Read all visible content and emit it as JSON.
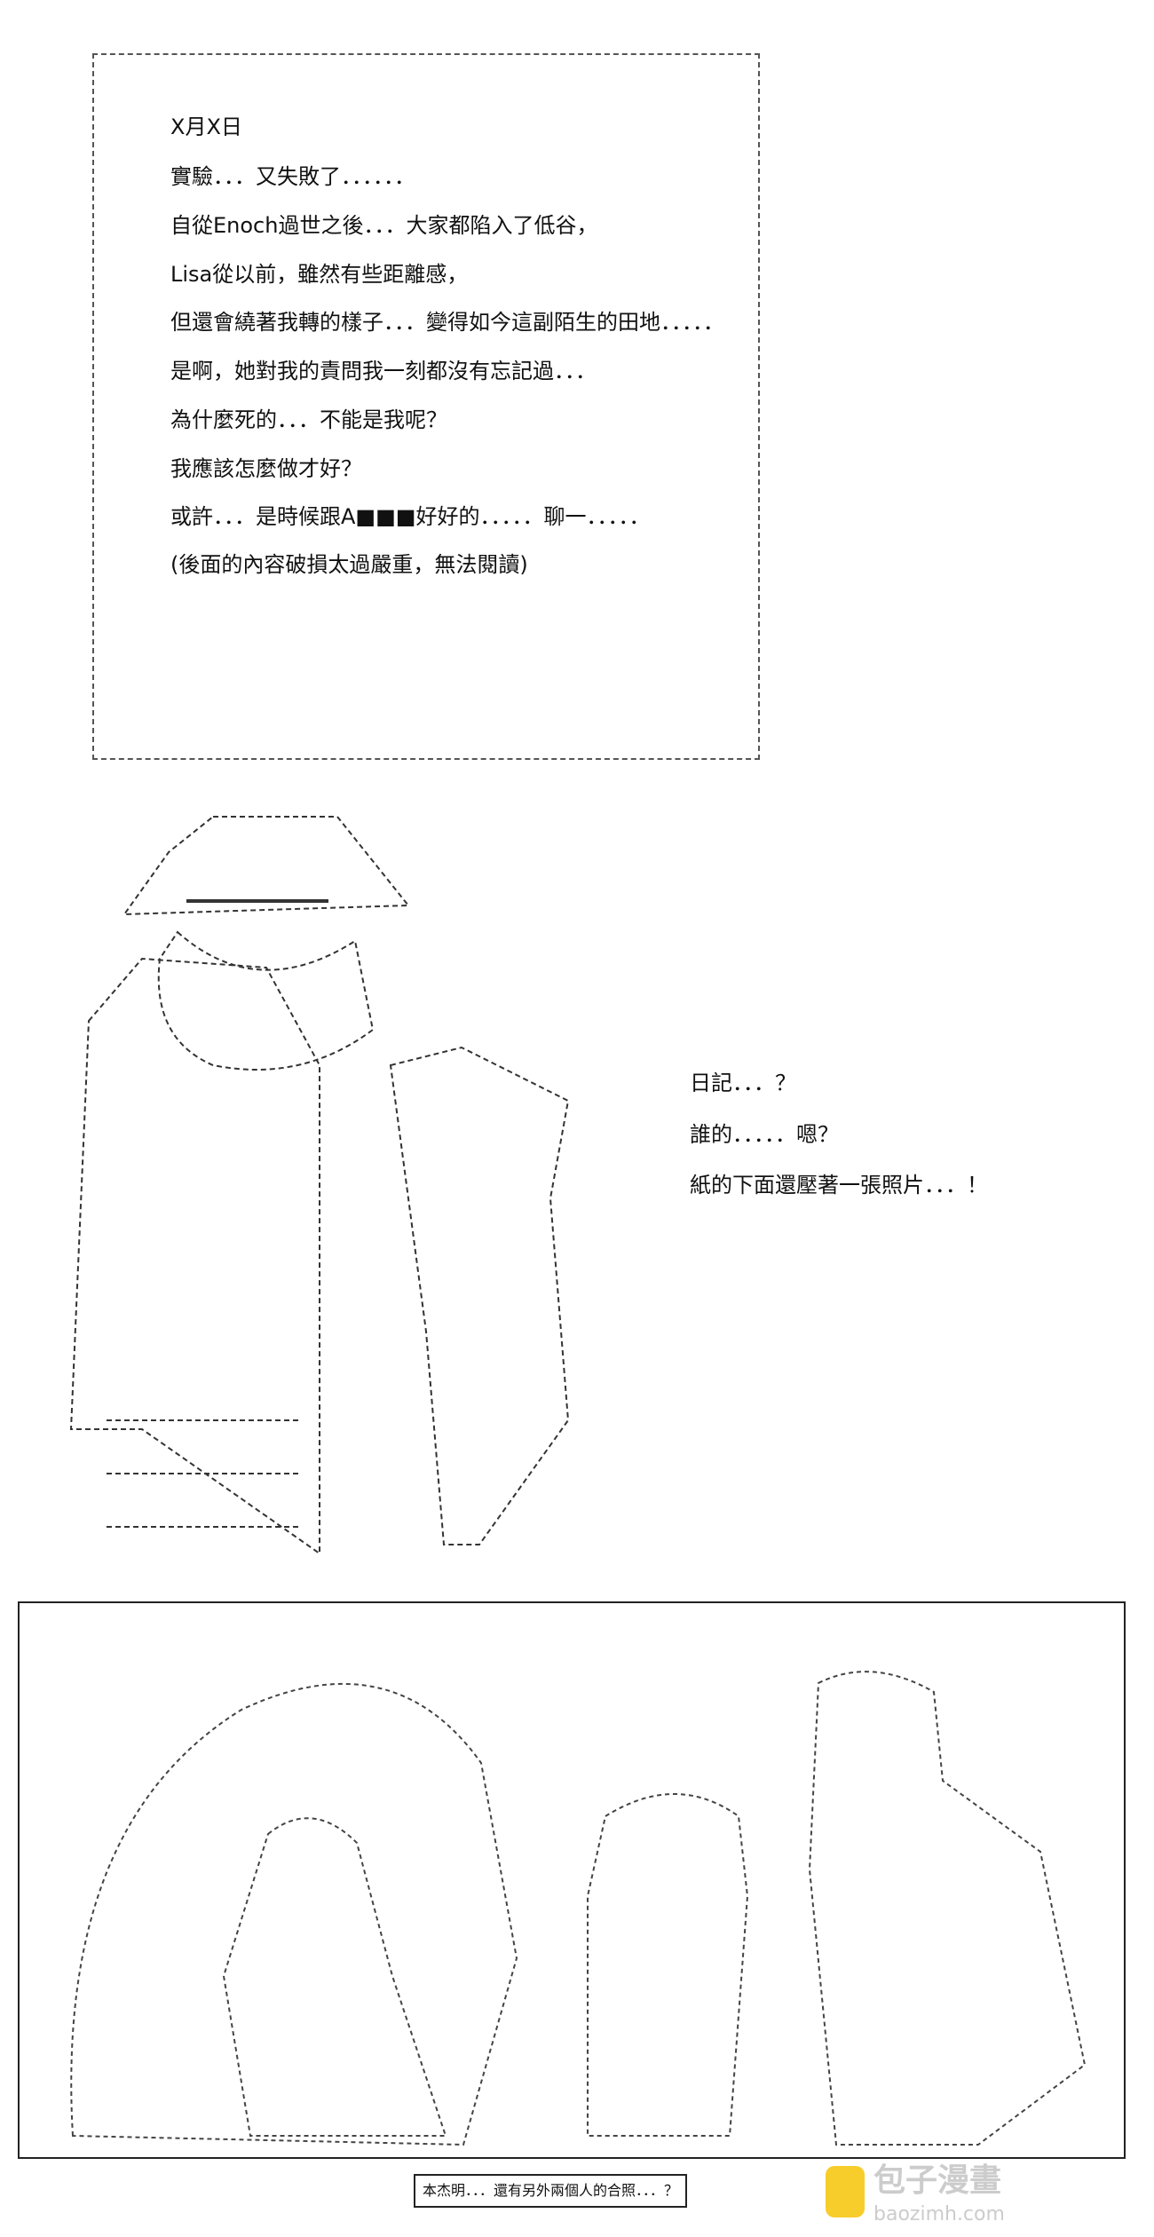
{
  "diary": {
    "lines": [
      "X月X日",
      "實驗．．．又失敗了．．．．．．",
      "自從Enoch過世之後．．．大家都陷入了低谷，",
      "Lisa從以前，雖然有些距離感，",
      "但還會繞著我轉的樣子．．．變得如今這副陌生的田地．．．．．",
      "是啊，她對我的責問我一刻都沒有忘記過．．．",
      "為什麼死的．．．不能是我呢？",
      "我應該怎麼做才好？",
      "或許．．．是時候跟A■■■好好的．．．．．聊一．．．．．",
      "(後面的內容破損太過嚴重，無法閱讀)"
    ]
  },
  "monologue": [
    "日記．．．？",
    "誰的．．．．．嗯？",
    "紙的下面還壓著一張照片．．．！"
  ],
  "caption": "本杰明．．．還有另外兩個人的合照．．．？",
  "watermark": {
    "title": "包子漫畫",
    "url": "baozimh.com"
  }
}
